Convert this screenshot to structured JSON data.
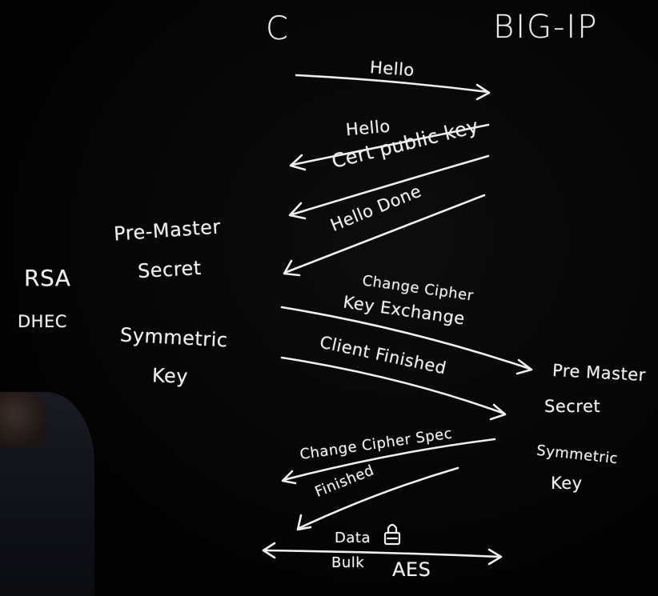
{
  "diagram": {
    "client_label": "C",
    "server_label": "BIG-IP",
    "left_notes": {
      "pre_master": "Pre-Master",
      "secret": "Secret",
      "rsa": "RSA",
      "dhec": "DHEC",
      "symmetric": "Symmetric",
      "key": "Key"
    },
    "right_notes": {
      "pre_master": "Pre Master",
      "secret": "Secret",
      "symmetric": "Symmetric",
      "key": "Key"
    },
    "messages": {
      "hello_client": "Hello",
      "hello_server": "Hello",
      "cert": "Cert public key",
      "hello_done": "Hello Done",
      "change_cipher_top": "Change Cipher",
      "key_exchange": "Key Exchange",
      "client_finished": "Client Finished",
      "change_cipher_spec": "Change Cipher Spec",
      "finished": "Finished",
      "data": "Data",
      "bulk": "Bulk",
      "aes": "AES"
    },
    "chalk_color": "#eeeeee",
    "board_color": "#050505"
  }
}
